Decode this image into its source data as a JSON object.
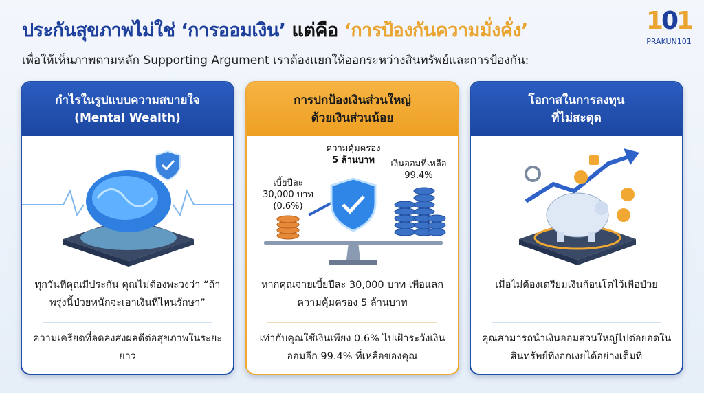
{
  "title": {
    "part1": "ประกันสุขภาพไม่ใช่ ‘การออมเงิน’",
    "part2": " แต่คือ ",
    "part3": "‘การป้องกันความมั่งคั่ง’"
  },
  "subtitle": "เพื่อให้เห็นภาพตามหลัก Supporting Argument เราต้องแยกให้ออกระหว่างสินทรัพย์และการป้องกัน:",
  "logo": {
    "num_a": "1",
    "num_b": "0",
    "num_c": "1",
    "name": "PRAKUN101"
  },
  "colors": {
    "blue": "#1f4fa8",
    "orange": "#f0a833"
  },
  "cards": [
    {
      "title_line1": "กำไรในรูปแบบความสบายใจ",
      "title_line2": "(Mental Wealth)",
      "icon": "brain-shield-icon",
      "text_a": "ทุกวันที่คุณมีประกัน คุณไม่ต้องพะวงว่า “ถ้าพรุ่งนี้ป่วยหนักจะเอาเงินที่ไหนรักษา”",
      "text_b": "ความเครียดที่ลดลงส่งผลดีต่อสุขภาพในระยะยาว"
    },
    {
      "title_line1": "การปกป้องเงินส่วนใหญ่",
      "title_line2": "ด้วยเงินส่วนน้อย",
      "icon": "balance-scale-icon",
      "label_coverage_1": "ความคุ้มครอง",
      "label_coverage_2": "5 ล้านบาท",
      "label_premium_1": "เบี้ยปีละ",
      "label_premium_2": "30,000 บาท",
      "label_premium_3": "(0.6%)",
      "label_savings_1": "เงินออมที่เหลือ",
      "label_savings_2": "99.4%",
      "text_a": "หากคุณจ่ายเบี้ยปีละ 30,000 บาท เพื่อแลกความคุ้มครอง 5 ล้านบาท",
      "text_b": "เท่ากับคุณใช้เงินเพียง 0.6% ไปเฝ้าระวังเงินออมอีก 99.4% ที่เหลือของคุณ"
    },
    {
      "title_line1": "โอกาสในการลงทุน",
      "title_line2": "ที่ไม่สะดุด",
      "icon": "piggy-bank-growth-icon",
      "text_a": "เมื่อไม่ต้องเตรียมเงินก้อนโตไว้เพื่อป่วย",
      "text_b": "คุณสามารถนำเงินออมส่วนใหญ่ไปต่อยอดในสินทรัพย์ที่งอกเงยได้อย่างเต็มที่"
    }
  ]
}
